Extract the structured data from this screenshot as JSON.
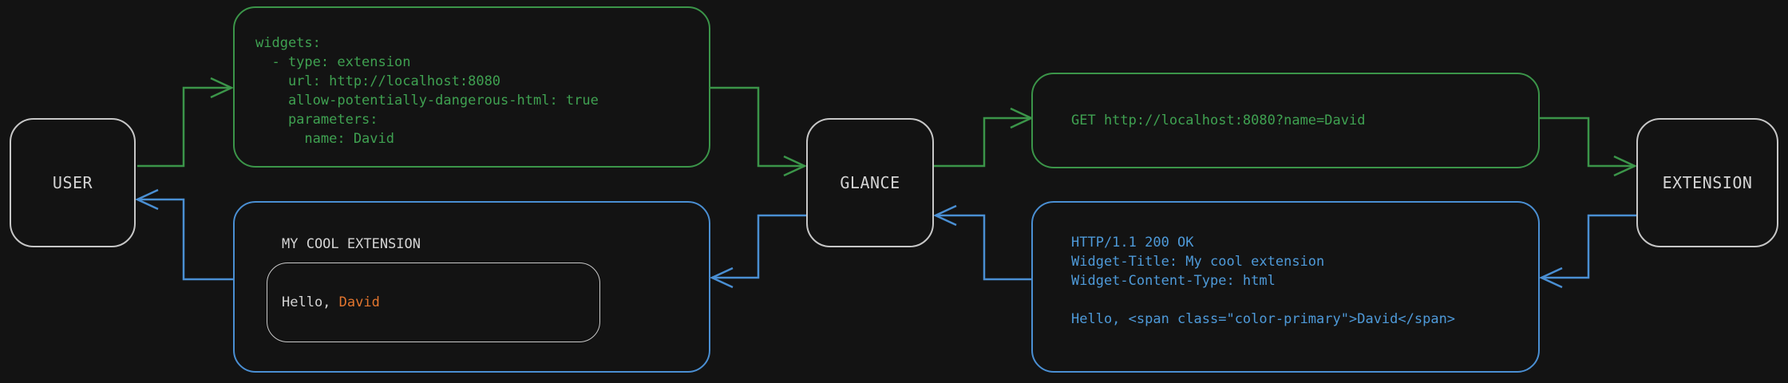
{
  "colors": {
    "background": "#131313",
    "green": "#3b9549",
    "green_text": "#3fa151",
    "blue": "#4a8fd3",
    "blue_text": "#4e9ad9",
    "gray_text": "#d4d4d4",
    "node_border": "#c7c7c7",
    "orange": "#e2752e"
  },
  "nodes": {
    "user": "USER",
    "glance": "GLANCE",
    "extension": "EXTENSION"
  },
  "config_box": {
    "lines": [
      "widgets:",
      "  - type: extension",
      "    url: http://localhost:8080",
      "    allow-potentially-dangerous-html: true",
      "    parameters:",
      "      name: David"
    ]
  },
  "request_box": {
    "text": "GET http://localhost:8080?name=David"
  },
  "response_box": {
    "lines": [
      "HTTP/1.1 200 OK",
      "Widget-Title: My cool extension",
      "Widget-Content-Type: html",
      "",
      "Hello, <span class=\"color-primary\">David</span>"
    ]
  },
  "render_box": {
    "title": "MY COOL EXTENSION",
    "greeting_prefix": "Hello, ",
    "greeting_name": "David"
  }
}
